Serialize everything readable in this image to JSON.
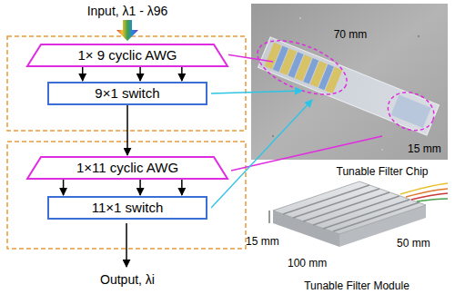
{
  "diagram": {
    "nodes": [
      {
        "text": [
          "1× 9 cyclic AWG"
        ]
      },
      {
        "text": [
          "9×1 switch"
        ]
      },
      {
        "text": [
          "1×11 cyclic AWG"
        ]
      },
      {
        "text": [
          "11×1 switch"
        ]
      }
    ],
    "edges": [
      {
        "from": 0,
        "to": 1,
        "arrow": "to"
      },
      {
        "from": 0,
        "to": 1,
        "arrow": "to"
      },
      {
        "from": 0,
        "to": 1,
        "arrow": "to"
      },
      {
        "from": 1,
        "to": 2,
        "arrow": "to"
      },
      {
        "from": 2,
        "to": 3,
        "arrow": "to"
      },
      {
        "from": 2,
        "to": 3,
        "arrow": "to"
      },
      {
        "from": 2,
        "to": 3,
        "arrow": "to"
      }
    ],
    "labels": [
      "Input, λ1 - λ96",
      "Output, λi",
      "70 mm",
      "15 mm",
      "Tunable Filter Chip",
      "15 mm",
      "100 mm",
      "50 mm",
      "Tunable Filter Module"
    ]
  }
}
